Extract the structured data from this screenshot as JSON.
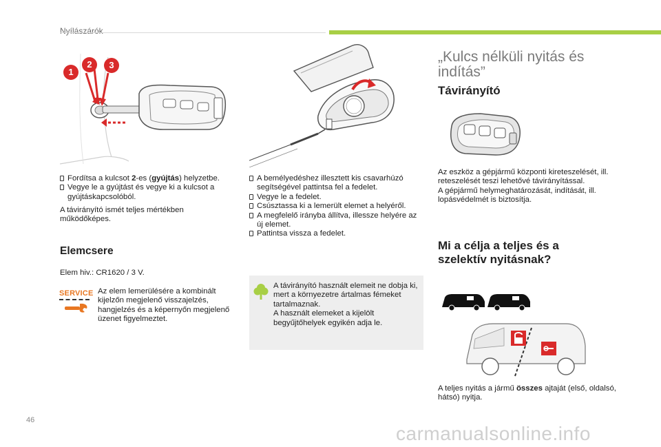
{
  "header": {
    "section": "Nyílászárók"
  },
  "left": {
    "bullets": [
      {
        "pre": "Fordítsa a kulcsot ",
        "b1": "2",
        "mid": "-es (",
        "b2": "gyújtás",
        "post": ") helyzetbe."
      },
      {
        "text": "Vegye le a gyújtást és vegye ki a kulcsot a gyújtáskapcsolóból."
      }
    ],
    "para": "A távirányító ismét teljes mértékben működőképes.",
    "heading": "Elemcsere",
    "battery": "Elem hiv.: CR1620 / 3 V.",
    "service_text": "Az elem lemerülésére a kombinált kijelzőn megjelenő visszajelzés, hangjelzés és a képernyőn megjelenő üzenet figyelmeztet.",
    "service_label": "SERVICE",
    "callouts": [
      "1",
      "2",
      "3"
    ]
  },
  "middle": {
    "bullets": [
      "A bemélyedéshez illesztett kis csavarhúzó segítségével pattintsa fel a fedelet.",
      "Vegye le a fedelet.",
      "Csúsztassa ki a lemerült elemet a helyéről.",
      "A megfelelő irányba állítva, illessze helyére az új elemet.",
      "Pattintsa vissza a fedelet."
    ],
    "eco_text": "A távirányító használt elemeit ne dobja ki, mert a környezetre ártalmas fémeket tartalmaznak.\nA használt elemeket a kijelölt begyűjtőhelyek egyikén adja le."
  },
  "right": {
    "title": "„Kulcs nélküli nyitás és indítás”",
    "remote_heading": "Távirányító",
    "remote_text": "Az eszköz a gépjármű központi kireteszelését, ill. reteszelését teszi lehetővé távirányítással.\nA gépjármű helymeghatározását, indítását, ill. lopásvédelmét is biztosítja.",
    "purpose_heading": "Mi a célja a teljes és a szelektív nyitásnak?",
    "full_open_pre": "A teljes nyitás a jármű ",
    "full_open_bold": "összes",
    "full_open_post": " ajtaját (első, oldalsó, hátsó) nyitja."
  },
  "footer": {
    "page": "46",
    "watermark": "carmanualsonline.info"
  },
  "colors": {
    "accent_green": "#a8cf45",
    "callout_red": "#d92a2a",
    "service_orange": "#e87722"
  }
}
